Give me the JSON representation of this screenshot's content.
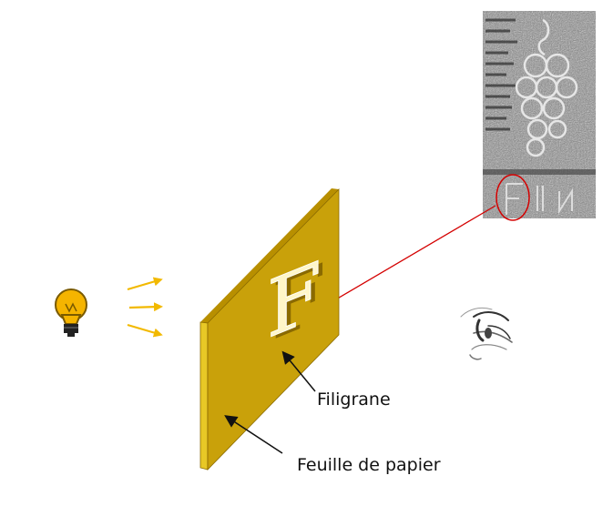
{
  "labels": {
    "watermark": "Filigrane",
    "paper_sheet": "Feuille de papier"
  },
  "paper": {
    "letter": "F"
  },
  "icons": {
    "light": "light-bulb-icon",
    "eye": "eye-icon",
    "photo": "watermark-photo-grapes"
  },
  "colors": {
    "paper_face": "#c9a10a",
    "paper_edge": "#e8c826",
    "arrow_rays": "#f2b900",
    "pointer_red": "#d40000",
    "bulb": "#f5b400"
  }
}
